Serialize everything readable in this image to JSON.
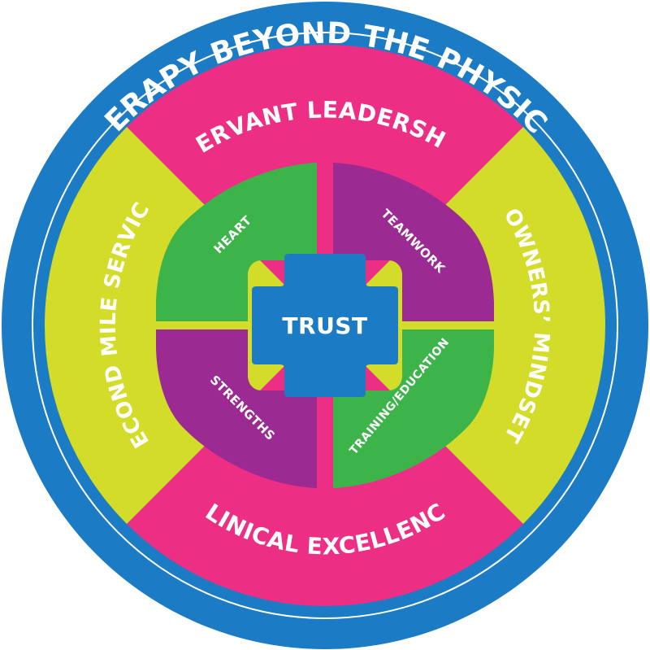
{
  "outer_title": "THERAPY BEYOND THE PHYSICAL",
  "quadrants": {
    "top": "SERVANT LEADERSHIP",
    "bottom": "CLINICAL EXCELLENCE",
    "left": "SECOND MILE SERVICE",
    "right": "OWNERS’ MINDSET"
  },
  "petals": {
    "top_left": "HEART",
    "top_right": "TEAMWORK",
    "bottom_left": "STRENGTHS",
    "bottom_right": "TRAINING/EDUCATION"
  },
  "center": "TRUST",
  "colors": {
    "blue": "#1B7BC4",
    "pink": "#EC2F84",
    "lime": "#D3DC28",
    "green": "#3CB44A",
    "purple": "#9B2A92",
    "white": "#FFFFFF"
  }
}
